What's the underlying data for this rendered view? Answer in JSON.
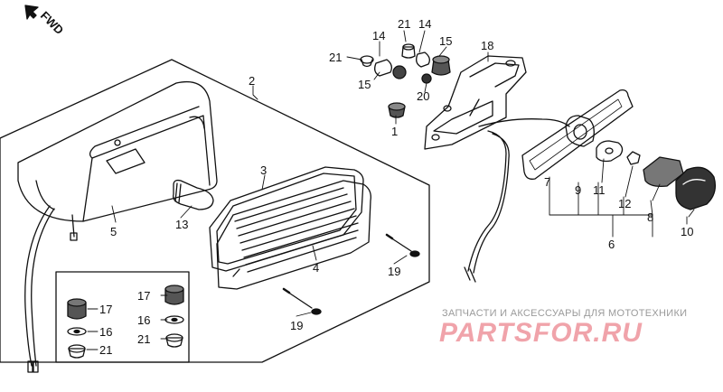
{
  "fwd_label": "FWD",
  "watermark": {
    "tagline": "ЗАПЧАСТИ И АКСЕССУАРЫ ДЛЯ МОТОТЕХНИКИ",
    "brand": "PARTSFOR.RU",
    "color": "#f0a3aa"
  },
  "labels": {
    "l1": "1",
    "l2": "2",
    "l3": "3",
    "l4": "4",
    "l5": "5",
    "l6": "6",
    "l7": "7",
    "l8": "8",
    "l9": "9",
    "l10": "10",
    "l11": "11",
    "l12": "12",
    "l13": "13",
    "l14a": "14",
    "l14b": "14",
    "l15a": "15",
    "l15b": "15",
    "l16a": "16",
    "l16b": "16",
    "l17a": "17",
    "l17b": "17",
    "l18": "18",
    "l19a": "19",
    "l19b": "19",
    "l20": "20",
    "l21a": "21",
    "l21b": "21",
    "l21c": "21",
    "l21d": "21"
  }
}
